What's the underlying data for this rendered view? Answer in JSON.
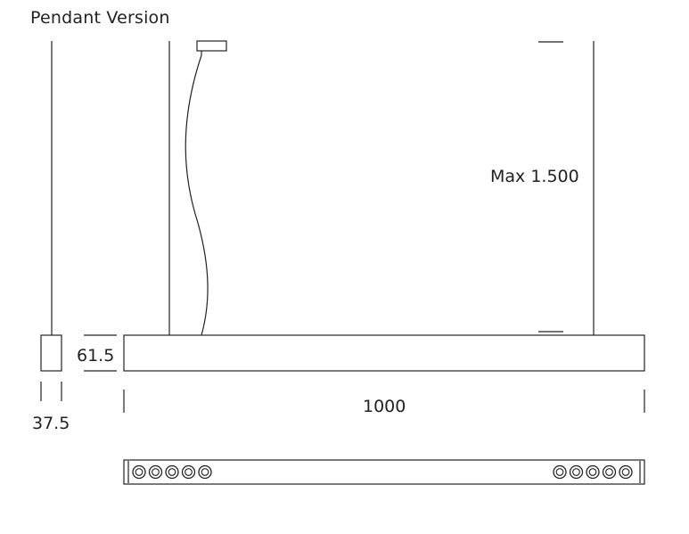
{
  "title": "Pendant Version",
  "dimensions": {
    "suspension_max": "Max 1.500",
    "body_height": "61.5",
    "body_width": "37.5",
    "body_length": "1000"
  },
  "diagram": {
    "led_count_left": 5,
    "led_count_right": 5,
    "line_color": "#222222"
  }
}
